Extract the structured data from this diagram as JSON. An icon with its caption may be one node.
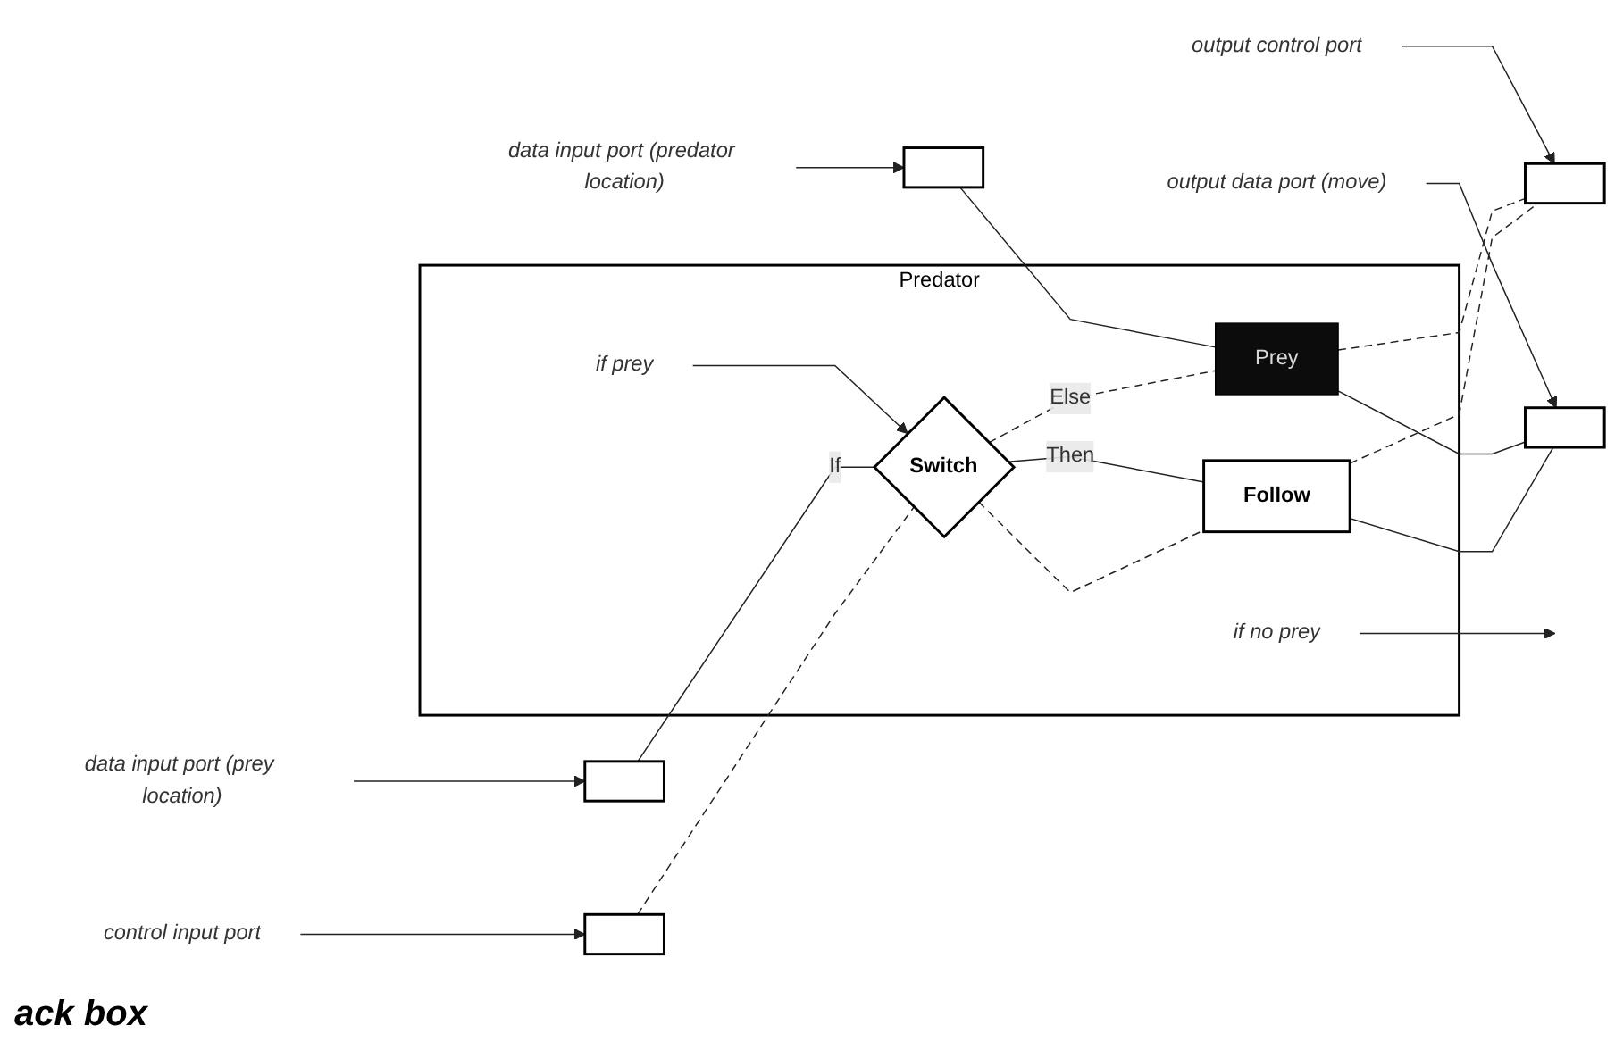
{
  "diagram": {
    "nodes": [
      {
        "text": [
          "Predator"
        ]
      },
      {
        "text": [
          "Switch"
        ],
        "in": 0
      },
      {
        "text": [
          "Follow"
        ],
        "in": 0
      },
      {
        "text": [
          "Prey"
        ],
        "in": 0
      },
      {
        "text": [],
        "shape": "box"
      },
      {
        "text": [],
        "shape": "box"
      },
      {
        "text": [],
        "shape": "box"
      },
      {
        "text": [],
        "shape": "box"
      },
      {
        "text": [],
        "shape": "box"
      },
      {
        "text": [
          "control input port"
        ]
      },
      {
        "text": [
          "data input port (prey location)"
        ]
      },
      {
        "text": [
          "data input port (predator location)"
        ]
      },
      {
        "text": [
          "output control port"
        ]
      },
      {
        "text": [
          "output data port (move)"
        ]
      },
      {
        "text": [
          "if prey"
        ],
        "in": 0
      },
      {
        "text": [
          "if no prey"
        ],
        "in": 0
      }
    ],
    "edges": [
      {
        "from": 4,
        "to": 1,
        "arrow": "none",
        "style": "dashed"
      },
      {
        "from": 5,
        "to": 1,
        "arrow": "none",
        "label": "If"
      },
      {
        "from": 1,
        "to": 2,
        "arrow": "none",
        "style": "dashed"
      },
      {
        "from": 1,
        "to": 2,
        "arrow": "none",
        "label": "Then"
      },
      {
        "from": 1,
        "to": 3,
        "arrow": "none",
        "style": "dashed",
        "label": "Else"
      },
      {
        "from": 6,
        "to": 3,
        "arrow": "none"
      },
      {
        "from": 2,
        "to": 8,
        "arrow": "none"
      },
      {
        "from": 2,
        "to": 7,
        "arrow": "none",
        "style": "dashed"
      },
      {
        "from": 3,
        "to": 7,
        "arrow": "none",
        "style": "dashed"
      },
      {
        "from": 3,
        "to": 8,
        "arrow": "none"
      },
      {
        "from": 9,
        "to": 4,
        "arrow": "to"
      },
      {
        "from": 10,
        "to": 5,
        "arrow": "to"
      },
      {
        "from": 11,
        "to": 6,
        "arrow": "to"
      },
      {
        "from": 12,
        "to": 7,
        "arrow": "to"
      },
      {
        "from": 13,
        "to": 8,
        "arrow": "to"
      },
      {
        "from": 14,
        "to": 1,
        "arrow": "to"
      },
      {
        "from": 15,
        "to": null,
        "arrow": "to"
      }
    ],
    "labels": [
      "ack box"
    ]
  }
}
